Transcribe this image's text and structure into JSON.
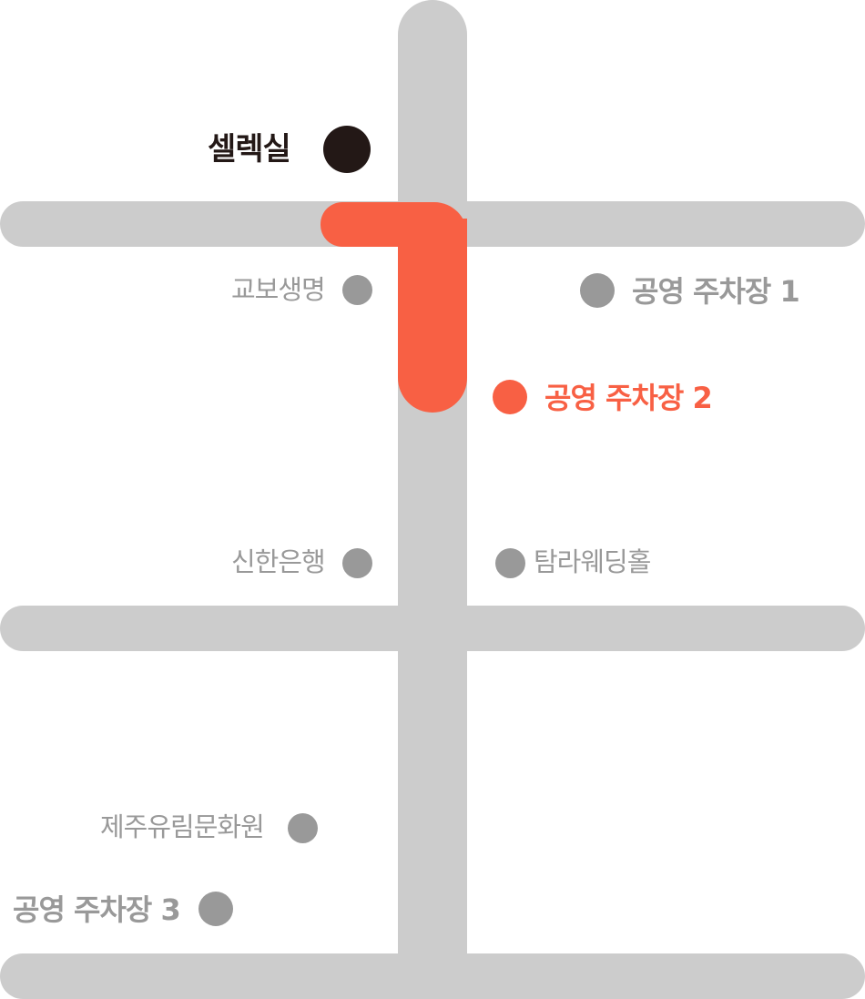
{
  "map": {
    "colors": {
      "road": "#cccccc",
      "route": "#f86044",
      "destination": "#231816",
      "landmark": "#999999",
      "highlight": "#f86044",
      "background": "#ffffff"
    },
    "destination": {
      "label": "셀렉실",
      "icon": "destination-dot"
    },
    "highlighted_parking": {
      "label": "공영 주차장 2",
      "icon": "parking-dot"
    },
    "parking": [
      {
        "label": "공영 주차장 1",
        "icon": "parking-dot"
      },
      {
        "label": "공영 주차장 3",
        "icon": "parking-dot"
      }
    ],
    "landmarks": [
      {
        "label": "교보생명",
        "icon": "landmark-dot"
      },
      {
        "label": "신한은행",
        "icon": "landmark-dot"
      },
      {
        "label": "탐라웨딩홀",
        "icon": "landmark-dot"
      },
      {
        "label": "제주유림문화원",
        "icon": "landmark-dot"
      }
    ]
  }
}
